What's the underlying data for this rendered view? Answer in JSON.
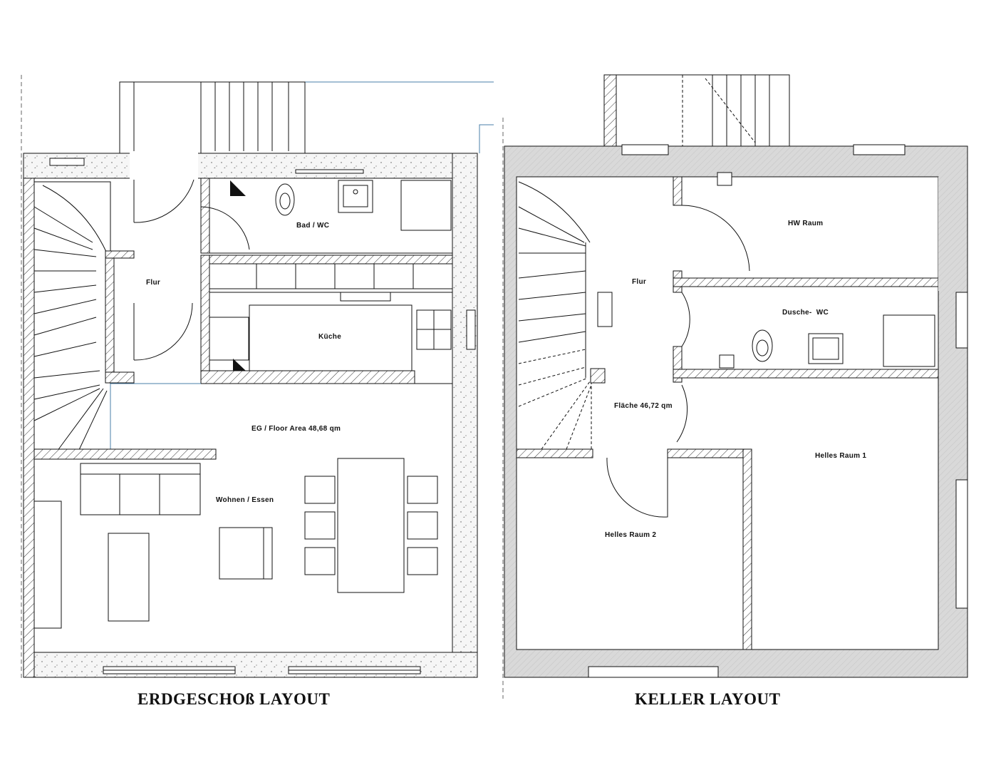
{
  "ground_floor": {
    "title": "ERDGESCHOß LAYOUT",
    "rooms": {
      "bad_wc": "Bad / WC",
      "flur": "Flur",
      "kueche": "Küche",
      "floor_area": "EG / Floor Area 48,68 qm",
      "wohnen_essen": "Wohnen / Essen"
    }
  },
  "basement": {
    "title": "KELLER LAYOUT",
    "rooms": {
      "hw_raum": "HW Raum",
      "flur": "Flur",
      "dusche_wc": "Dusche-  WC",
      "flaeche": "Fläche 46,72 qm",
      "helles_raum_1": "Helles Raum 1",
      "helles_raum_2": "Helles Raum 2"
    }
  },
  "colors": {
    "line": "#111111",
    "hatch": "#333333",
    "concrete_fill": "#f4f4f4",
    "grey_wall": "#d8d8d8",
    "guide_blue": "#4a7fa8"
  }
}
